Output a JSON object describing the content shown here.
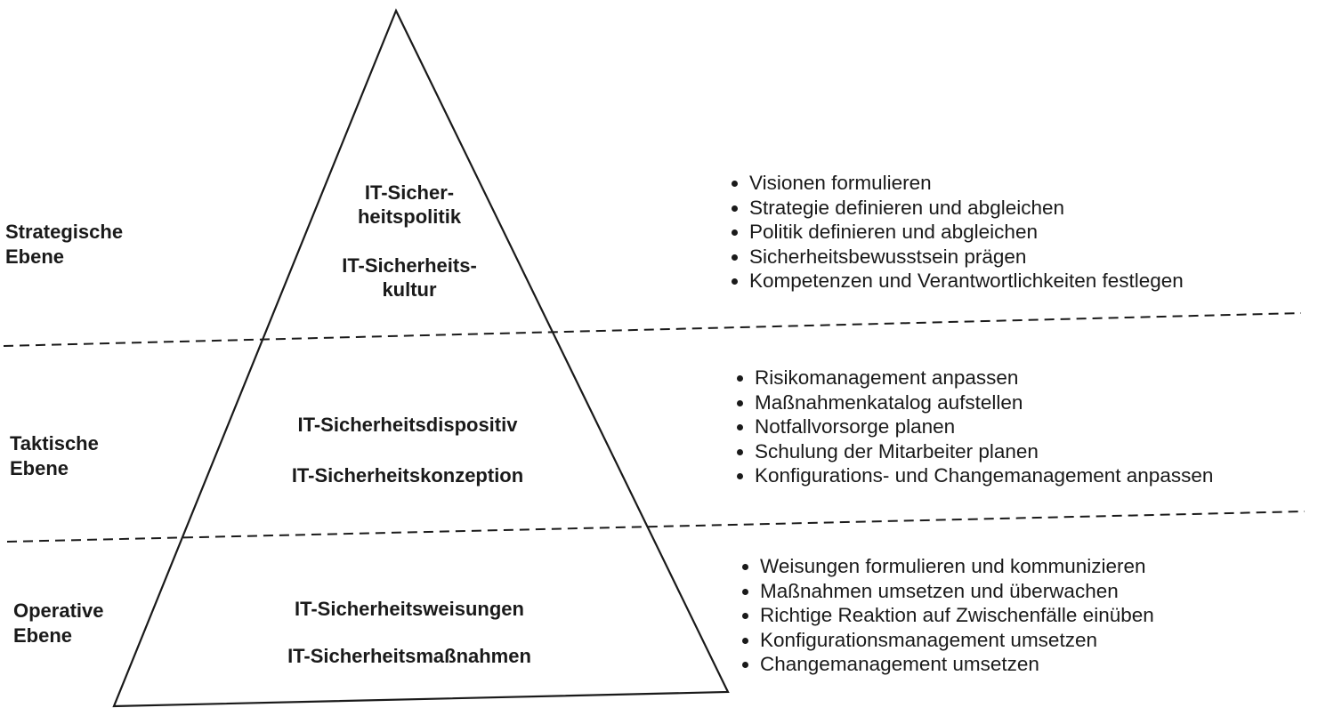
{
  "levels": [
    {
      "label_lines": [
        "Strategische",
        "Ebene"
      ],
      "pyramid_text": [
        [
          "IT-Sicher-",
          "heitspolitik"
        ],
        [
          "IT-Sicherheits-",
          "kultur"
        ]
      ],
      "bullets": [
        "Visionen formulieren",
        "Strategie definieren und abgleichen",
        "Politik definieren und abgleichen",
        "Sicherheitsbewusstsein prägen",
        "Kompetenzen und Verantwortlichkeiten festlegen"
      ]
    },
    {
      "label_lines": [
        "Taktische",
        "Ebene"
      ],
      "pyramid_text": [
        [
          "IT-Sicherheitsdispositiv"
        ],
        [
          "IT-Sicherheitskonzeption"
        ]
      ],
      "bullets": [
        "Risikomanagement anpassen",
        "Maßnahmenkatalog aufstellen",
        "Notfallvorsorge planen",
        "Schulung der Mitarbeiter planen",
        "Konfigurations- und Changemanagement anpassen"
      ]
    },
    {
      "label_lines": [
        "Operative",
        "Ebene"
      ],
      "pyramid_text": [
        [
          "IT-Sicherheitsweisungen"
        ],
        [
          "IT-Sicherheitsmaßnahmen"
        ]
      ],
      "bullets": [
        "Weisungen formulieren und kommunizieren",
        "Maßnahmen umsetzen und überwachen",
        "Richtige Reaktion auf Zwischenfälle einüben",
        "Konfigurationsmanagement umsetzen",
        "Changemanagement umsetzen"
      ]
    }
  ]
}
